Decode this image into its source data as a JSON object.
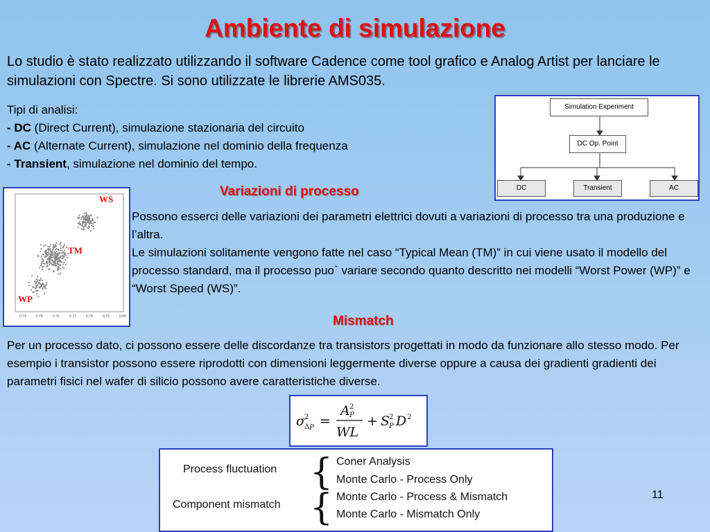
{
  "title": "Ambiente di simulazione",
  "intro": "Lo studio è stato realizzato utilizzando il software Cadence come tool grafico e Analog Artist per lanciare le simulazioni con Spectre. Si sono utilizzate le librerie AMS035.",
  "analysis": {
    "header": "Tipi di analisi:",
    "items": [
      {
        "key": "- DC",
        "text": " (Direct Current), simulazione stazionaria del circuito"
      },
      {
        "key": "- AC",
        "text": " (Alternate Current), simulazione nel dominio della frequenza"
      },
      {
        "key": "- Transient",
        "text": ", simulazione nel dominio del tempo."
      }
    ]
  },
  "flow": {
    "top": "Simulation Experiment",
    "middle": "DC Op. Point",
    "leaves": [
      "DC",
      "Transient",
      "AC"
    ]
  },
  "process_variations": {
    "heading": "Variazioni di processo",
    "p1": "Possono esserci delle variazioni dei parametri elettrici dovuti a variazioni di processo tra una produzione e l’altra.",
    "p2": "Le simulazioni solitamente vengono fatte nel caso “Typical Mean (TM)” in cui viene usato il modello del processo standard, ma il processo puo` variare secondo quanto descritto nei modelli “Worst Power (WP)” e “Worst Speed (WS)”."
  },
  "scatter": {
    "labels": {
      "ws": "WS",
      "tm": "TM",
      "wp": "WP"
    },
    "x_ticks": [
      "0.74",
      "0.75",
      "0.76",
      "0.77",
      "0.78",
      "0.79",
      "0.80"
    ]
  },
  "mismatch": {
    "heading": "Mismatch",
    "text": "Per un processo dato, ci possono essere delle discordanze tra transistors progettati in modo da funzionare allo stesso modo. Per esempio i transistor possono essere riprodotti con dimensioni leggermente diverse oppure a causa dei gradienti gradienti dei parametri fisici nel wafer di silicio possono avere caratteristiche diverse."
  },
  "table": {
    "left": [
      "Process fluctuation",
      "Component mismatch"
    ],
    "right": [
      "Coner Analysis",
      "Monte Carlo - Process Only",
      "Monte Carlo - Process & Mismatch",
      "Monte Carlo - Mismatch Only"
    ]
  },
  "page_number": "11"
}
